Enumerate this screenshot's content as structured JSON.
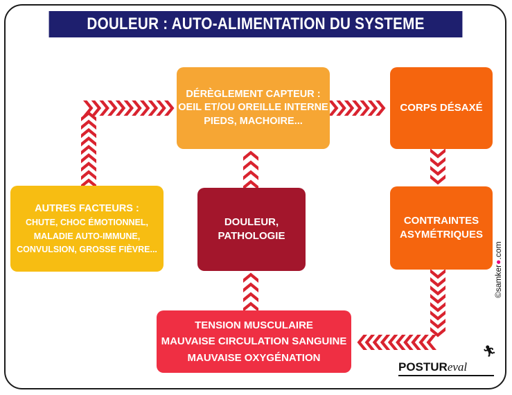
{
  "title": "DOULEUR : AUTO-ALIMENTATION DU SYSTEME",
  "boxes": {
    "capteur": {
      "lines": [
        "DÉRÈGLEMENT CAPTEUR :",
        "OEIL ET/OU OREILLE INTERNE",
        "PIEDS, MACHOIRE..."
      ],
      "color": "#f6a634"
    },
    "corps": {
      "lines": [
        "CORPS DÉSAXÉ"
      ],
      "color": "#f5650e"
    },
    "contraintes": {
      "lines": [
        "CONTRAINTES",
        "ASYMÉTRIQUES"
      ],
      "color": "#f5650e"
    },
    "douleur": {
      "lines": [
        "DOULEUR,",
        "PATHOLOGIE"
      ],
      "color": "#a3162c"
    },
    "tension": {
      "lines": [
        "TENSION MUSCULAIRE",
        "MAUVAISE CIRCULATION SANGUINE",
        "MAUVAISE OXYGÉNATION"
      ],
      "color": "#ef2f43"
    },
    "autres": {
      "lines": [
        "AUTRES FACTEURS :",
        "CHUTE, CHOC ÉMOTIONNEL,",
        "MALADIE AUTO-IMMUNE,",
        "CONVULSION, GROSSE FIÈVRE..."
      ],
      "color": "#f7bd12"
    }
  },
  "arrow_colors": {
    "red": "#d9232f",
    "white": "#ffffff"
  },
  "credit": {
    "prefix": "©samker",
    "dot": "●",
    "suffix": ".com"
  },
  "logo": {
    "bold": "POSTUR",
    "italic": "eval"
  },
  "icons": {
    "runner": "runner-icon"
  }
}
